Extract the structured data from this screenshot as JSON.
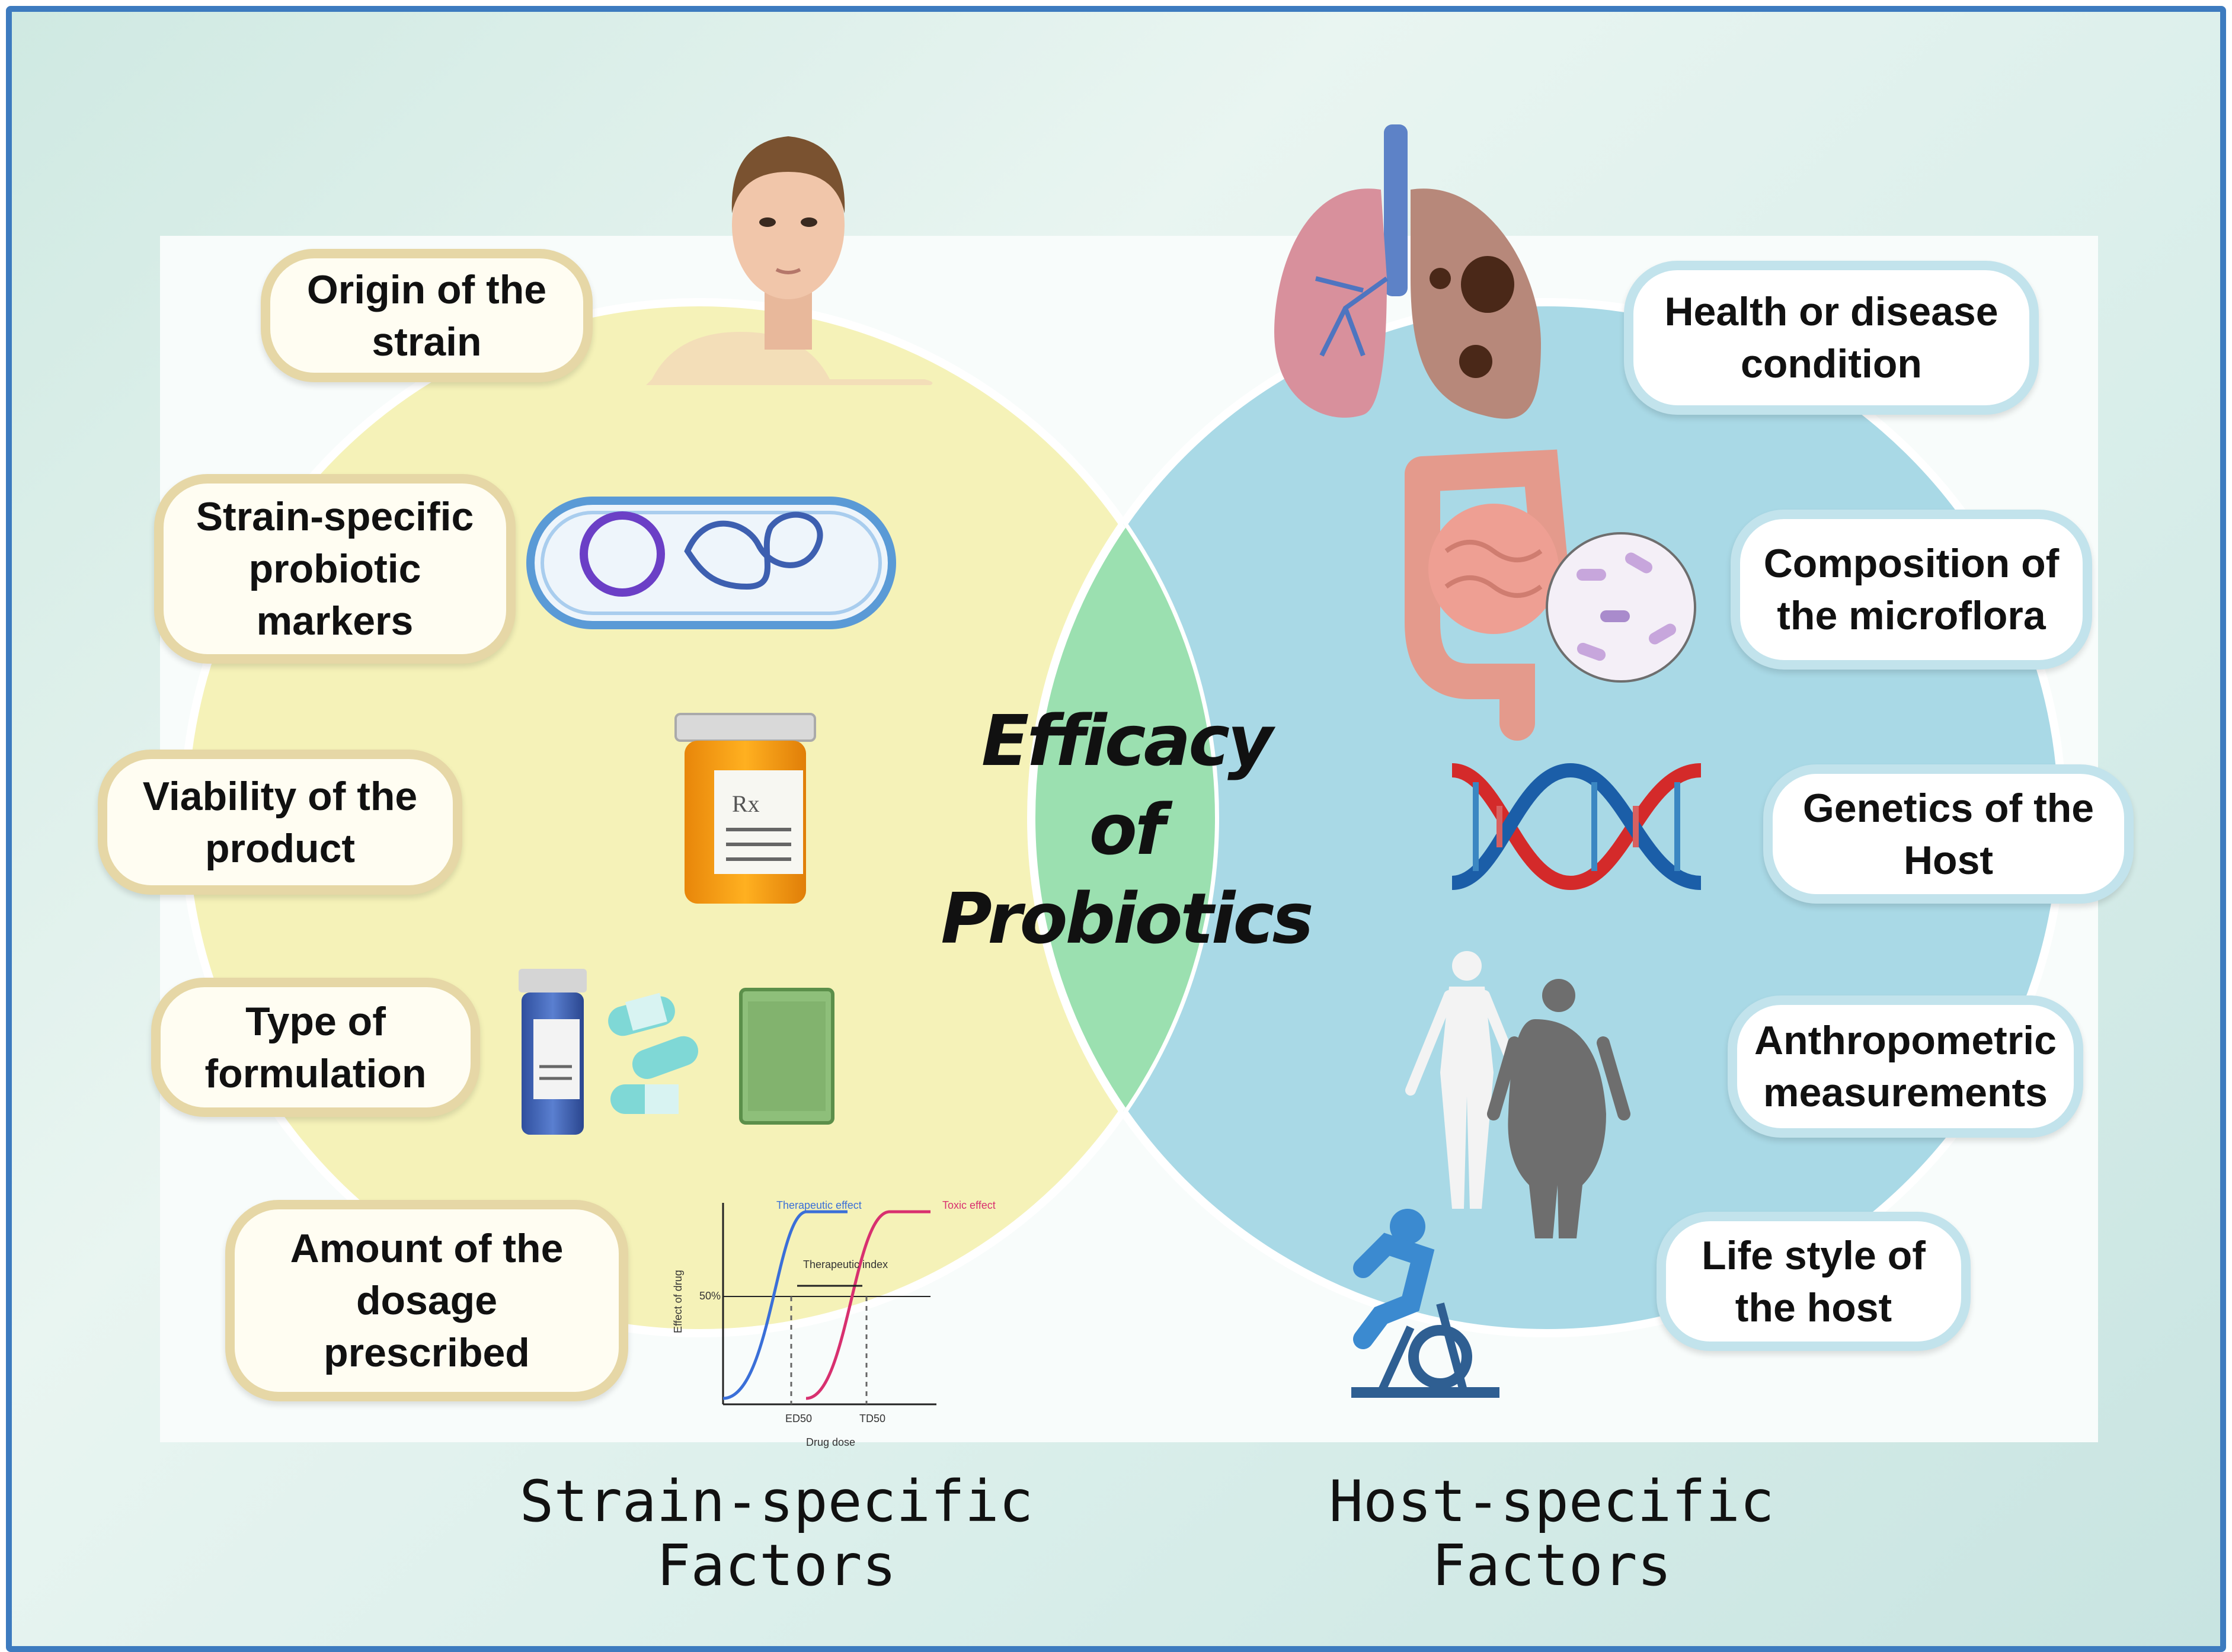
{
  "center": {
    "title": "Efficacy of\nProbiotics"
  },
  "strain_factors": [
    "Origin of the\nstrain",
    "Strain-specific\nprobiotic\nmarkers",
    "Viability of the\nproduct",
    "Type of\nformulation",
    "Amount of the\ndosage\nprescribed"
  ],
  "host_factors": [
    "Health or disease\ncondition",
    "Composition of\nthe microflora",
    "Genetics of the\nHost",
    "Anthropometric\nmeasurements",
    "Life style of\nthe host"
  ],
  "footer": {
    "left": "Strain-specific\nFactors",
    "right": "Host-specific\nFactors"
  },
  "dose_chart": {
    "therapeutic_label": "Therapeutic\neffect",
    "toxic_label": "Toxic\neffect",
    "index_label": "Therapeutic\nindex",
    "y_label": "Effect of drug",
    "x_label": "Drug dose",
    "pct_label": "50%",
    "ed_label": "ED50",
    "td_label": "TD50"
  },
  "colors": {
    "border": "#3d7bbf",
    "strain_circle": "#f5f2b8",
    "host_circle": "#a9d9e6",
    "overlap": "#9be0b0",
    "strain_pill_border": "#e6d7a6",
    "host_pill_border": "#c2e3ec"
  },
  "icons": [
    "face-icon",
    "bacterium-icon",
    "pill-bottle-icon",
    "medicine-icon",
    "dose-response-icon",
    "lungs-icon",
    "intestine-icon",
    "dna-icon",
    "body-figures-icon",
    "exercise-bike-icon"
  ]
}
